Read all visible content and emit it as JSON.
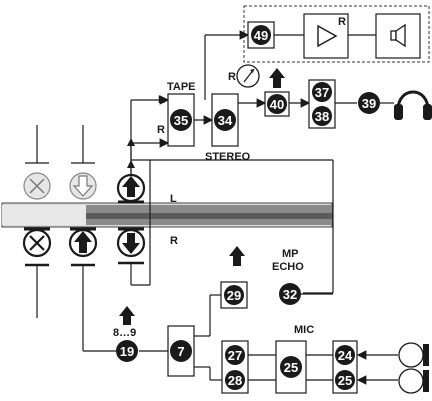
{
  "labels": {
    "tape": "TAPE",
    "stereo": "STEREO",
    "mp": "MP",
    "echo": "ECHO",
    "mic": "MIC",
    "channel_l_track": "L",
    "channel_r_track": "R",
    "channel_l_input": "L",
    "channel_r_input": "R",
    "range": "8…9",
    "meter_r": "R",
    "amp_r": "R"
  },
  "badges": {
    "b49": "49",
    "b40": "40",
    "b37": "37",
    "b38": "38",
    "b39": "39",
    "b35": "35",
    "b34": "34",
    "b29": "29",
    "b32": "32",
    "b19": "19",
    "b7": "7",
    "b27": "27",
    "b28": "28",
    "b25_mic": "25",
    "b24": "24",
    "b25_in": "25"
  },
  "icons": {
    "amplifier": "amplifier-triangle-icon",
    "speaker": "speaker-icon",
    "headphones": "headphones-icon",
    "meter": "meter-gauge-icon",
    "head_erase": "erase-head-x-icon",
    "head_play": "playback-head-icon",
    "head_record": "record-head-icon",
    "microphone": "microphone-icon"
  }
}
